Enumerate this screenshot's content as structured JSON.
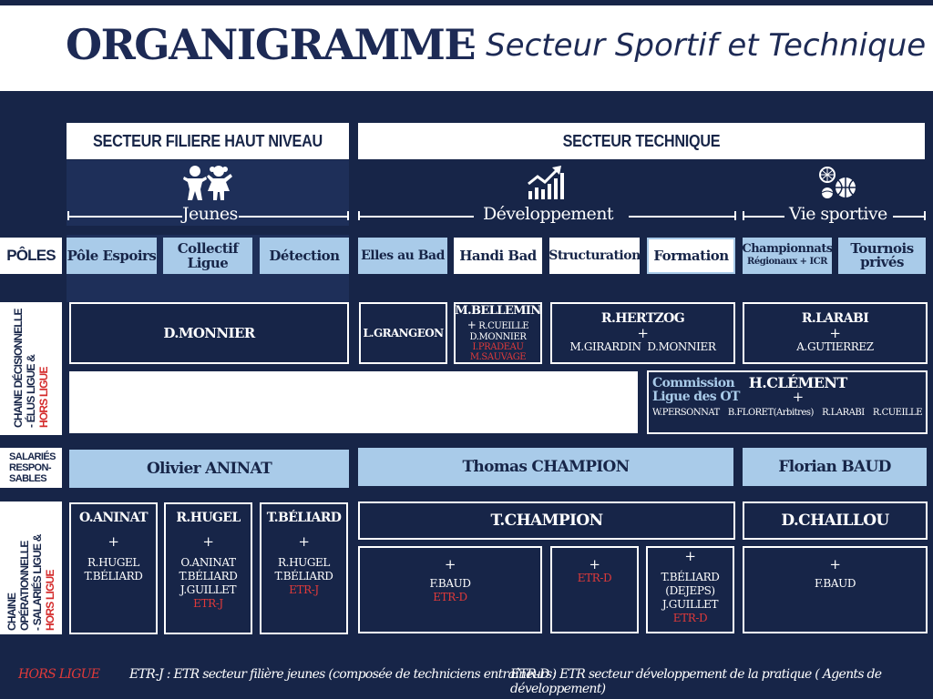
{
  "header": {
    "title": "ORGANIGRAMME",
    "subtitle": "- Secteur Sportif et Technique"
  },
  "sectors": {
    "fhn": "SECTEUR FILIERE HAUT NIVEAU",
    "tech": "SECTEUR TECHNIQUE"
  },
  "groups": {
    "jeunes": "Jeunes",
    "developpement": "Développement",
    "vie_sportive": "Vie sportive"
  },
  "rows": {
    "poles": "PÔLES",
    "chaine_dec": "CHAINE DÉCISIONNELLE\n- ÉLUS LIGUE &\nHORS LIGUE",
    "chaine_dec_l1": "CHAINE DÉCISIONNELLE",
    "chaine_dec_l2": "- ÉLUS LIGUE &",
    "chaine_dec_l3": "HORS LIGUE",
    "salaries_l1": "SALARIÉS",
    "salaries_l2": "RESPON-",
    "salaries_l3": "SABLES",
    "chaine_op_l1": "CHAINE OPÉRATIONNELLE",
    "chaine_op_l2": "- SALARIÉS LIGUE &",
    "chaine_op_l3": "HORS LIGUE"
  },
  "poles": {
    "espoirs": "Pôle Espoirs",
    "collectif_l1": "Collectif",
    "collectif_l2": "Ligue",
    "detection": "Détection",
    "elles": "Elles au Bad",
    "handi": "Handi Bad",
    "structuration": "Structuration",
    "formation": "Formation",
    "championnats_l1": "Championnats",
    "championnats_l2": "Régionaux + ICR",
    "tournois_l1": "Tournois",
    "tournois_l2": "privés"
  },
  "decision": {
    "monnier": "D.MONNIER",
    "grangeon": "L.GRANGEON",
    "bellemin": "M.BELLEMIN",
    "bellemin_plus": "+",
    "cueille": "R.CUEILLE",
    "monnier2": "D.MONNIER",
    "pradeau": "I.PRADEAU",
    "sauvage": "M.SAUVAGE",
    "hertzog": "R.HERTZOG",
    "hertzog_plus": "+",
    "girardin": "M.GIRARDIN",
    "monnier3": "D.MONNIER",
    "larabi": "R.LARABI",
    "larabi_plus": "+",
    "gutierrez": "A.GUTIERREZ",
    "commission_l1": "Commission",
    "commission_l2": "Ligue des OT",
    "clement": "H.CLÉMENT",
    "clement_plus": "+",
    "personnat": "W.PERSONNAT",
    "floret": "B.FLORET(Arbitres)",
    "larabi2": "R.LARABI",
    "cueille2": "R.CUEILLE"
  },
  "salaries": {
    "aninat": "Olivier ANINAT",
    "champion": "Thomas CHAMPION",
    "baud": "Florian BAUD"
  },
  "operational": {
    "o_aninat": "O.ANINAT",
    "o_aninat_plus": "+",
    "o_aninat_1": "R.HUGEL",
    "o_aninat_2": "T.BÉLIARD",
    "r_hugel": "R.HUGEL",
    "r_hugel_plus": "+",
    "r_hugel_1": "O.ANINAT",
    "r_hugel_2": "T.BÉLIARD",
    "r_hugel_3": "J.GUILLET",
    "r_hugel_4": "ETR-J",
    "t_beliard": "T.BÉLIARD",
    "t_beliard_plus": "+",
    "t_beliard_1": "R.HUGEL",
    "t_beliard_2": "T.BÉLIARD",
    "t_beliard_3": "ETR-J",
    "t_champion": "T.CHAMPION",
    "d_chaillou": "D.CHAILLOU",
    "sub1_plus": "+",
    "sub1_1": "F.BAUD",
    "sub1_2": "ETR-D",
    "sub2_plus": "+",
    "sub2_1": "ETR-D",
    "sub3_plus": "+",
    "sub3_1": "T.BÉLIARD",
    "sub3_2": "(DEJEPS)",
    "sub3_3": "J.GUILLET",
    "sub3_4": "ETR-D",
    "sub4_plus": "+",
    "sub4_1": "F.BAUD"
  },
  "legend": {
    "hors_ligue": "HORS LIGUE",
    "etr_j": "ETR-J : ETR secteur filière jeunes (composée de techniciens entraîneurs)",
    "etr_d": "ETR-D : ETR secteur développement de la pratique ( Agents de développement)"
  },
  "colors": {
    "navy": "#172548",
    "light_blue": "#a9cbe9",
    "red": "#e03a3a",
    "white": "#ffffff"
  },
  "icons": {
    "jeunes": "children-icon",
    "developpement": "growth-chart-icon",
    "vie_sportive": "sports-balls-icon"
  }
}
